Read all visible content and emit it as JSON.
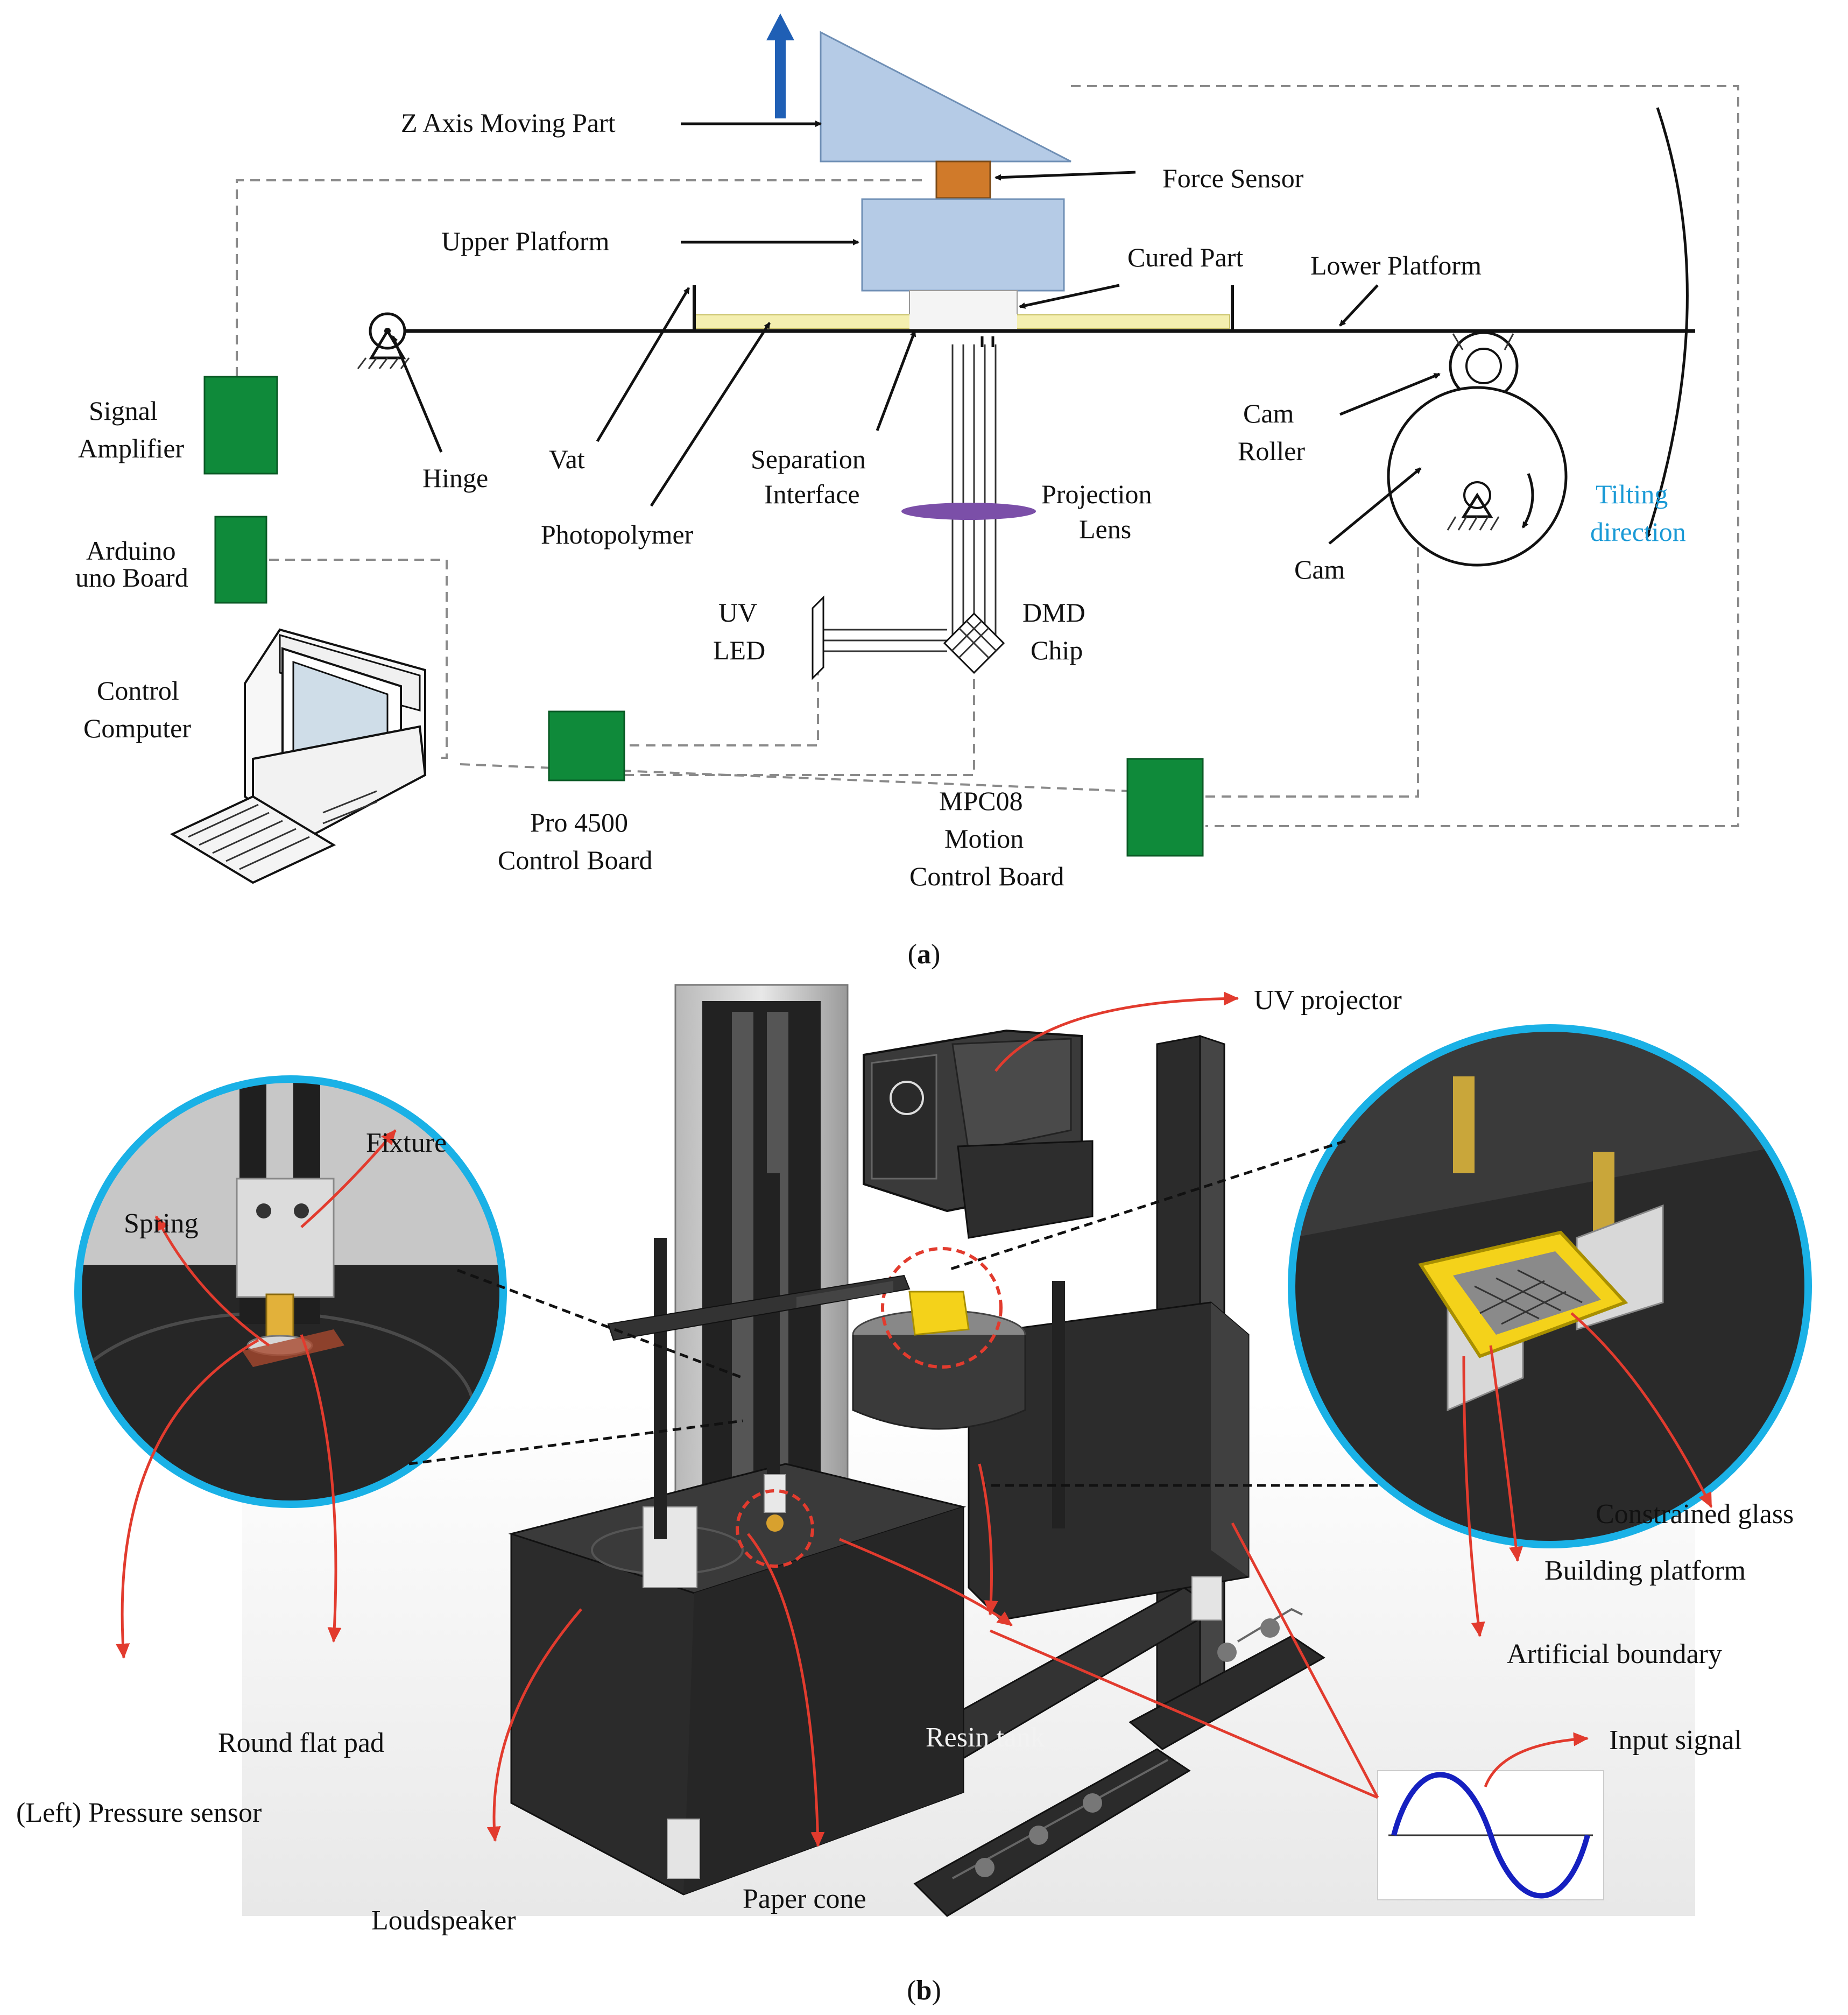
{
  "colors": {
    "board_green": "#0f8a3a",
    "light_blue": "#a9c3e0",
    "force_sensor_orange": "#d07a2a",
    "photopolymer_yellow": "#f4efb0",
    "lens_purple": "#7b4fa8",
    "arrow_blue": "#1f5fb5",
    "tilting_text": "#1a9ad6",
    "callout_red": "#e23b2e",
    "circle_blue": "#1ab1e6",
    "sine_blue": "#1520c0"
  },
  "panel_a": {
    "caption_letter": "a",
    "labels": {
      "z_axis": "Z Axis Moving Part",
      "force_sensor": "Force Sensor",
      "upper_platform": "Upper Platform",
      "cured_part": "Cured Part",
      "lower_platform": "Lower Platform",
      "signal_amp_1": "Signal",
      "signal_amp_2": "Amplifier",
      "hinge": "Hinge",
      "vat": "Vat",
      "separation_1": "Separation",
      "separation_2": "Interface",
      "photopolymer": "Photopolymer",
      "projection_1": "Projection",
      "projection_2": "Lens",
      "cam_roller_1": "Cam",
      "cam_roller_2": "Roller",
      "cam": "Cam",
      "tilting_1": "Tilting",
      "tilting_2": "direction",
      "arduino_1": "Arduino",
      "arduino_2": "uno Board",
      "uv_led_1": "UV",
      "uv_led_2": "LED",
      "dmd_1": "DMD",
      "dmd_2": "Chip",
      "control_computer_1": "Control",
      "control_computer_2": "Computer",
      "pro4500_1": "Pro 4500",
      "pro4500_2": "Control Board",
      "mpc08_1": "MPC08",
      "mpc08_2": "Motion",
      "mpc08_3": "Control Board"
    }
  },
  "panel_b": {
    "caption_letter": "b",
    "labels": {
      "uv_projector": "UV projector",
      "fixture": "Fixture",
      "spring": "Spring",
      "round_flat_pad": "Round flat pad",
      "pressure_sensor": "(Left) Pressure sensor",
      "loudspeaker": "Loudspeaker",
      "paper_cone": "Paper cone",
      "resin_tank": "Resin tank",
      "constrained_glass": "Constrained glass",
      "building_platform": "Building platform",
      "artificial_boundary": "Artificial boundary",
      "input_signal": "Input signal"
    }
  }
}
